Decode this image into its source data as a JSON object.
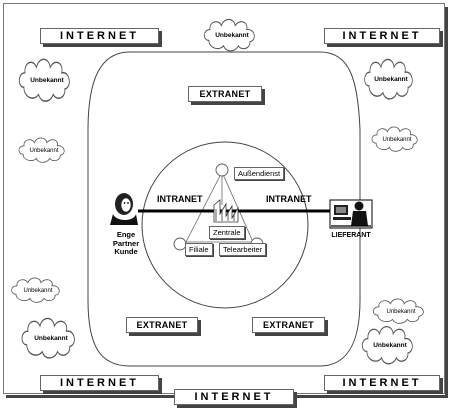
{
  "internet_label": "INTERNET",
  "extranet_label": "EXTRANET",
  "intranet_label": "INTRANET",
  "unknown_label": "Unbekannt",
  "nodes": {
    "aussendienst": "Außendienst",
    "zentrale": "Zentrale",
    "filiale": "Filiale",
    "telearbeiter": "Telearbeiter"
  },
  "partner": {
    "line1": "Enge Partner",
    "line2": "Kunde"
  },
  "supplier": "LIEFERANT"
}
